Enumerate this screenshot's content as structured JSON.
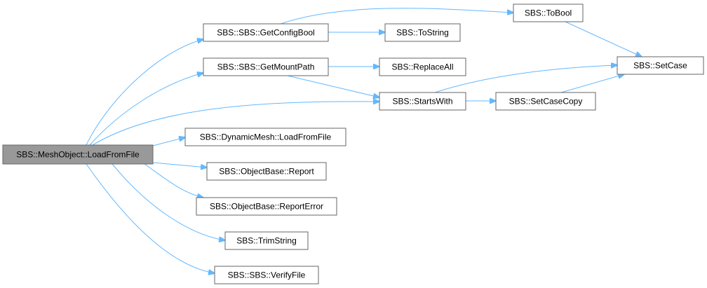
{
  "diagram": {
    "nodes": [
      {
        "id": "root",
        "label": "SBS::MeshObject::LoadFromFile",
        "root": true
      },
      {
        "id": "getconfigbool",
        "label": "SBS::SBS::GetConfigBool"
      },
      {
        "id": "getmountpath",
        "label": "SBS::SBS::GetMountPath"
      },
      {
        "id": "loadfromfile",
        "label": "SBS::DynamicMesh::LoadFromFile"
      },
      {
        "id": "report",
        "label": "SBS::ObjectBase::Report"
      },
      {
        "id": "reporterror",
        "label": "SBS::ObjectBase::ReportError"
      },
      {
        "id": "trimstring",
        "label": "SBS::TrimString"
      },
      {
        "id": "verifyfile",
        "label": "SBS::SBS::VerifyFile"
      },
      {
        "id": "tostring",
        "label": "SBS::ToString"
      },
      {
        "id": "replaceall",
        "label": "SBS::ReplaceAll"
      },
      {
        "id": "startswith",
        "label": "SBS::StartsWith"
      },
      {
        "id": "tobool",
        "label": "SBS::ToBool"
      },
      {
        "id": "setcasecopy",
        "label": "SBS::SetCaseCopy"
      },
      {
        "id": "setcase",
        "label": "SBS::SetCase"
      }
    ],
    "edges": [
      {
        "from": "root",
        "to": "getconfigbool"
      },
      {
        "from": "root",
        "to": "getmountpath"
      },
      {
        "from": "root",
        "to": "startswith"
      },
      {
        "from": "root",
        "to": "loadfromfile"
      },
      {
        "from": "root",
        "to": "report"
      },
      {
        "from": "root",
        "to": "reporterror"
      },
      {
        "from": "root",
        "to": "trimstring"
      },
      {
        "from": "root",
        "to": "verifyfile"
      },
      {
        "from": "getconfigbool",
        "to": "tobool"
      },
      {
        "from": "getconfigbool",
        "to": "tostring"
      },
      {
        "from": "getmountpath",
        "to": "replaceall"
      },
      {
        "from": "getmountpath",
        "to": "startswith"
      },
      {
        "from": "startswith",
        "to": "setcase"
      },
      {
        "from": "startswith",
        "to": "setcasecopy"
      },
      {
        "from": "setcasecopy",
        "to": "setcase"
      },
      {
        "from": "tobool",
        "to": "setcase"
      }
    ]
  }
}
